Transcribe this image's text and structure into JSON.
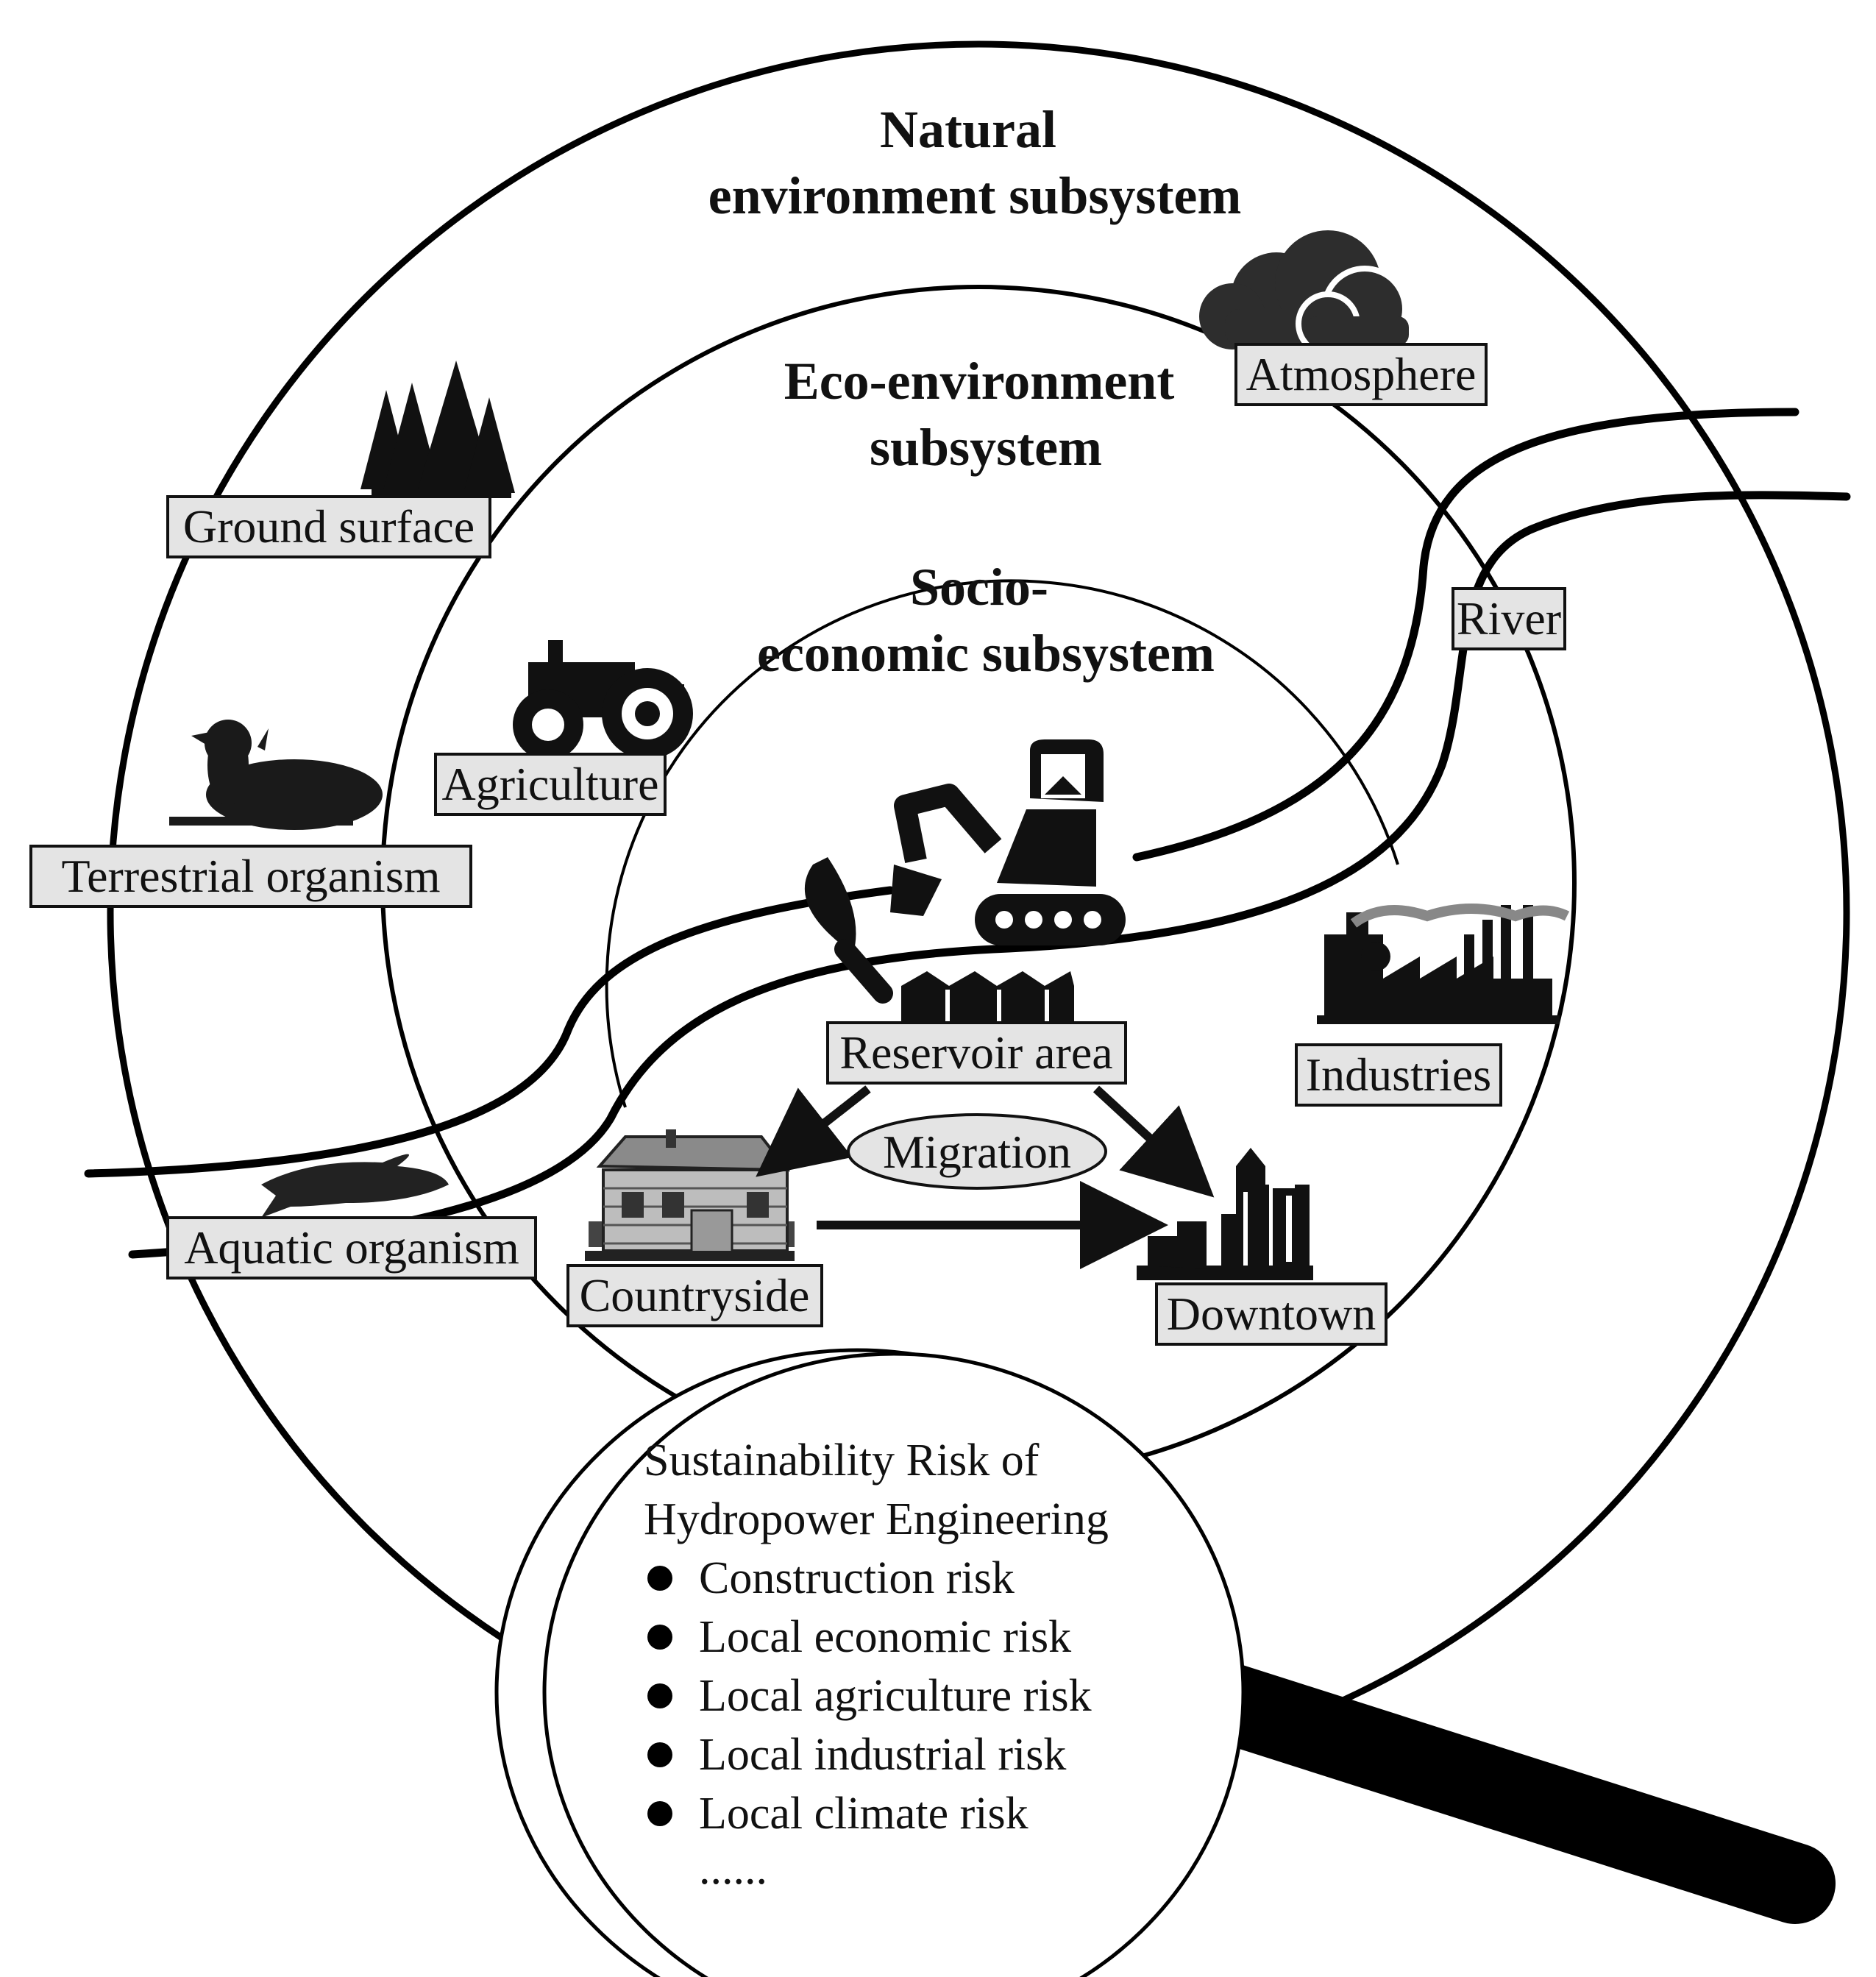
{
  "subsystems": {
    "natural": [
      "Natural",
      "environment subsystem"
    ],
    "eco": [
      "Eco-environment",
      "subsystem"
    ],
    "socio": [
      "Socio-",
      "economic subsystem"
    ]
  },
  "labels": {
    "atmosphere": "Atmosphere",
    "ground_surface": "Ground surface",
    "river": "River",
    "agriculture": "Agriculture",
    "terrestrial_organism": "Terrestrial organism",
    "reservoir_area": "Reservoir area",
    "industries": "Industries",
    "migration": "Migration",
    "aquatic_organism": "Aquatic organism",
    "countryside": "Countryside",
    "downtown": "Downtown"
  },
  "risk_panel": {
    "title": [
      "Sustainability Risk of",
      "Hydropower Engineering"
    ],
    "items": [
      "Construction risk",
      "Local economic risk",
      "Local agriculture risk",
      "Local industrial risk",
      "Local climate risk"
    ],
    "more": "......"
  },
  "icons": [
    "cloud-icon",
    "forest-icon",
    "tractor-icon",
    "deer-icon",
    "excavator-icon",
    "shovel-icon",
    "warehouse-icon",
    "factory-icon",
    "shark-icon",
    "farmhouse-icon",
    "city-skyline-icon",
    "magnifier-handle-icon"
  ]
}
